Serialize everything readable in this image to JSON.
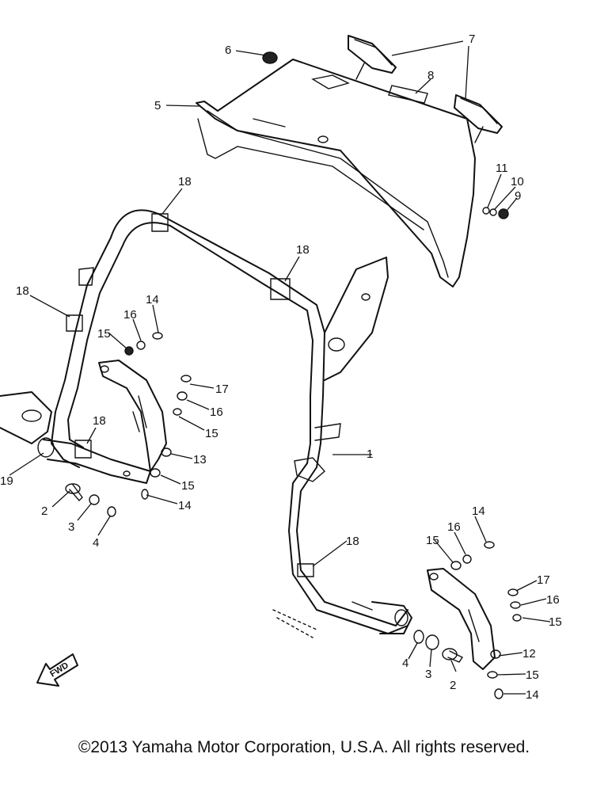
{
  "callouts": {
    "c1": "1",
    "c2a": "2",
    "c2b": "2",
    "c3a": "3",
    "c3b": "3",
    "c4a": "4",
    "c4b": "4",
    "c5": "5",
    "c6": "6",
    "c7": "7",
    "c8": "8",
    "c9": "9",
    "c10": "10",
    "c11": "11",
    "c12": "12",
    "c13": "13",
    "c14a": "14",
    "c14b": "14",
    "c14c": "14",
    "c14d": "14",
    "c15a": "15",
    "c15b": "15",
    "c15c": "15",
    "c15d": "15",
    "c15e": "15",
    "c15f": "15",
    "c16a": "16",
    "c16b": "16",
    "c16c": "16",
    "c16d": "16",
    "c17a": "17",
    "c17b": "17",
    "c18a": "18",
    "c18b": "18",
    "c18c": "18",
    "c18d": "18",
    "c18e": "18",
    "c19": "19"
  },
  "fwd_label": "FWD",
  "copyright": "©2013 Yamaha Motor Corporation, U.S.A. All rights reserved."
}
